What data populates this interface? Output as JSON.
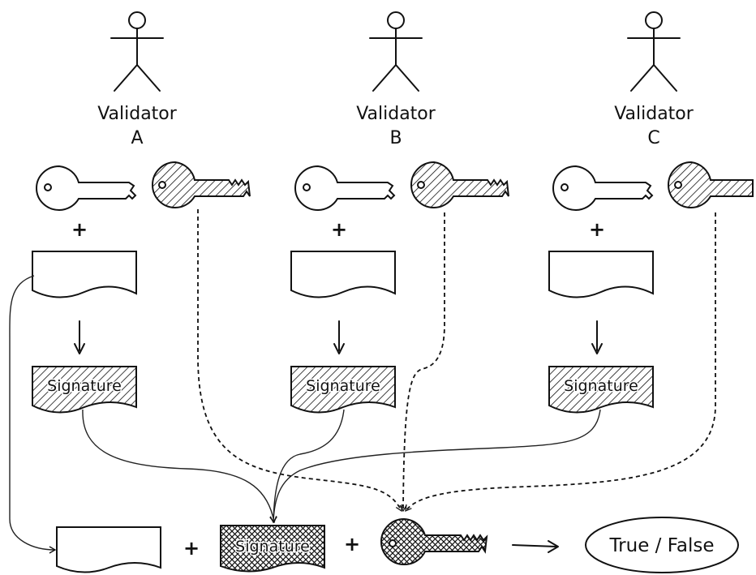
{
  "validators": [
    {
      "name": "Validator",
      "letter": "A"
    },
    {
      "name": "Validator",
      "letter": "B"
    },
    {
      "name": "Validator",
      "letter": "C"
    }
  ],
  "plus_symbol": "+",
  "signature_label": "Signature",
  "aggregate_signature_label": "Signature",
  "result_label": "True / False",
  "icons": {
    "actor": "stick-figure-icon",
    "private_key": "private-key-icon",
    "public_key": "public-key-icon",
    "message": "message-document-icon",
    "arrow": "arrow-down-icon"
  }
}
